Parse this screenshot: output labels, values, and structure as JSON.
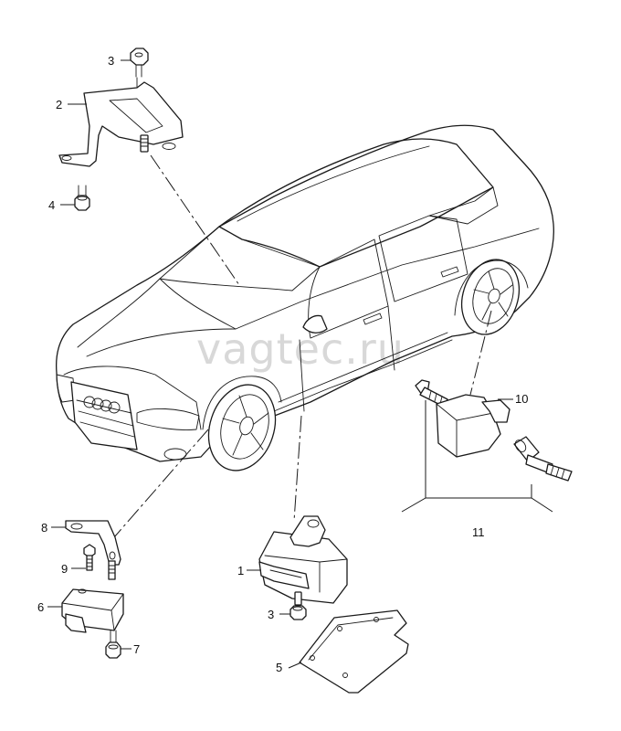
{
  "watermark": "vagtec.ru",
  "callouts": {
    "c1": "1",
    "c2": "2",
    "c3_top": "3",
    "c3_bottom": "3",
    "c4": "4",
    "c5": "5",
    "c6": "6",
    "c7": "7",
    "c8": "8",
    "c9": "9",
    "c10": "10",
    "c11": "11"
  }
}
